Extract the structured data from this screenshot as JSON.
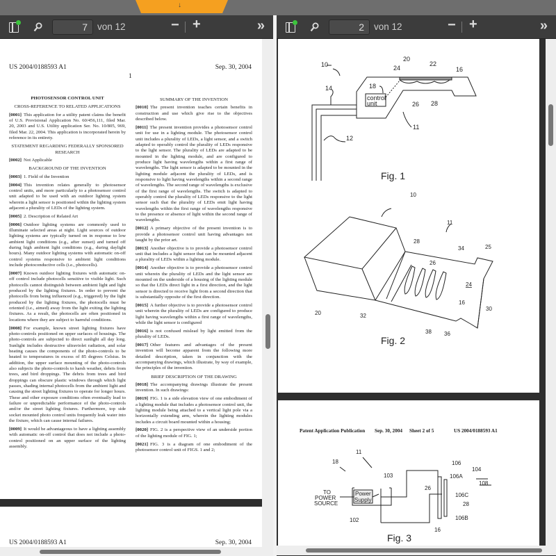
{
  "topbar": {
    "tab_icon": "arrow-down-icon",
    "tab_glyph": "↓",
    "accent": "#f5a020"
  },
  "left_viewer": {
    "page_current": "7",
    "page_total": "von 12",
    "zoom_out": "−",
    "zoom_in": "+",
    "more": "»",
    "page": {
      "header_left": "US 2004/0188593 A1",
      "header_right": "Sep. 30, 2004",
      "page_number": "1",
      "title": "PHOTOSENSOR CONTROL UNIT",
      "col1": [
        {
          "type": "h",
          "text": "CROSS-REFERENCE TO RELATED APPLICATIONS"
        },
        {
          "type": "p",
          "num": "[0001]",
          "text": "This application for a utility patent claims the benefit of U.S. Provisional Application No. 60/456,111, filed Mar. 20, 2003 and U.S. Utility application Ser. No. 10/805, 969, filed Mar. 22, 2004. This application is incorporated herein by reference in its entirety."
        },
        {
          "type": "h",
          "text": "STATEMENT REGARDING FEDERALLY SPONSORED RESEARCH"
        },
        {
          "type": "p",
          "num": "[0002]",
          "text": "Not Applicable"
        },
        {
          "type": "h",
          "text": "BACKGROUND OF THE INVENTION"
        },
        {
          "type": "p",
          "num": "[0003]",
          "text": "1. Field of the Invention"
        },
        {
          "type": "p",
          "num": "[0004]",
          "text": "This invention relates generally to photosensor control units, and more particularly to a photosensor control unit adapted to be used with an outdoor lighting system wherein a light sensor is positioned within the lighting system adjacent a plurality of LEDs of the lighting system."
        },
        {
          "type": "p",
          "num": "[0005]",
          "text": "2. Description of Related Art"
        },
        {
          "type": "p",
          "num": "[0006]",
          "text": "Outdoor lighting systems are commonly used to illuminate selected areas at night. Light sources of outdoor lighting systems are typically turned on in response to low ambient light conditions (e.g., after sunset) and turned off during high ambient light conditions (e.g., during daylight hours). Many outdoor lighting systems with automatic on-off control systems responsive to ambient light conditions include photoconductive cells (i.e., photocells)."
        },
        {
          "type": "p",
          "num": "[0007]",
          "text": "Known outdoor lighting fixtures with automatic on-off control include photocells sensitive to visible light. Such photocells cannot distinguish between ambient light and light produced by the lighting fixtures. In order to prevent the photocells from being influenced (e.g., triggered) by the light produced by the lighting fixtures, the photocells must be oriented (i.e., aimed) away from the light exiting the lighting fixtures. As a result, the photocells are often positioned in locations where they are subject to harmful conditions."
        },
        {
          "type": "p",
          "num": "[0008]",
          "text": "For example, known street lighting fixtures have photo-controls positioned on upper surfaces of housings. The photo-controls are subjected to direct sunlight all day long. Sunlight includes destructive ultraviolet radiation, and solar heating causes the components of the photo-controls to be heated to temperatures in excess of 85 degrees Celsius. In addition, the upper surface mounting of the photo-controls also subjects the photo-controls to harsh weather, debris from trees, and bird droppings. The debris from trees and bird droppings can obscure plastic windows through which light passes, shading internal photocells from the ambient light and causing the street lighting fixtures to operate for longer hours. These and other exposure conditions often eventually lead to failure or unpredictable performance of the photo-controls and/or the street lighting fixtures. Furthermore, top side socket mounted photo control units frequently leak water into the fixture, which can cause internal failures."
        },
        {
          "type": "p",
          "num": "[0009]",
          "text": "It would be advantageous to have a lighting assembly with automatic on-off control that does not include a photo-control positioned on an upper surface of the lighting assembly."
        }
      ],
      "col2": [
        {
          "type": "h",
          "text": "SUMMARY OF THE INVENTION"
        },
        {
          "type": "p",
          "num": "[0010]",
          "text": "The present invention teaches certain benefits in construction and use which give rise to the objectives described below."
        },
        {
          "type": "p",
          "num": "[0011]",
          "text": "The present invention provides a photosensor control unit for use in a lighting module. The photosensor control unit includes a plurality of LEDs, a light sensor, and a switch adapted to operably control the plurality of LEDs responsive to the light sensor. The plurality of LEDs are adapted to be mounted in the lighting module, and are configured to produce light having wavelengths within a first range of wavelengths. The light sensor is adapted to be mounted in the lighting module adjacent the plurality of LEDs, and is responsive to light having wavelengths within a second range of wavelengths. The second range of wavelengths is exclusive of the first range of wavelengths. The switch is adapted to operably control the plurality of LEDs responsive to the light sensor such that the plurality of LEDs emit light having wavelengths within the first range of wavelengths responsive to the presence or absence of light within the second range of wavelengths."
        },
        {
          "type": "p",
          "num": "[0012]",
          "text": "A primary objective of the present invention is to provide a photosensor control unit having advantages not taught by the prior art."
        },
        {
          "type": "p",
          "num": "[0013]",
          "text": "Another objective is to provide a photosensor control unit that includes a light sensor that can be mounted adjacent a plurality of LEDs within a lighting module."
        },
        {
          "type": "p",
          "num": "[0014]",
          "text": "Another objective is to provide a photosensor control unit wherein the plurality of LEDs and the light sensor are mounted on the underside of a housing of the lighting module so that the LEDs direct light in a first direction, and the light sensor is directed to receive light from a second direction that is substantially opposite of the first direction."
        },
        {
          "type": "p",
          "num": "[0015]",
          "text": "A further objective is to provide a photosensor control unit wherein the plurality of LEDs are configured to produce light having wavelengths within a first range of wavelengths, while the light sensor is configured"
        },
        {
          "type": "p",
          "num": "[0016]",
          "text": "is not confused mislead by light emitted from the plurality of LEDs."
        },
        {
          "type": "p",
          "num": "[0017]",
          "text": "Other features and advantages of the present invention will become apparent from the following more detailed description, taken in conjunction with the accompanying drawings, which illustrate, by way of example, the principles of the invention."
        },
        {
          "type": "h",
          "text": "BRIEF DESCRIPTION OF THE DRAWING"
        },
        {
          "type": "p",
          "num": "[0018]",
          "text": "The accompanying drawings illustrate the present invention. In such drawings:"
        },
        {
          "type": "p",
          "num": "[0019]",
          "text": "FIG. 1 is a side elevation view of one embodiment of a lighting module that includes a photosensor control unit, the lighting module being attached to a vertical light pole via a horizontally extending arm, wherein the lighting modules includes a circuit board mounted within a housing;"
        },
        {
          "type": "p",
          "num": "[0020]",
          "text": "FIG. 2 is a perspective view of an underside portion of the lighting module of FIG. 1;"
        },
        {
          "type": "p",
          "num": "[0021]",
          "text": "FIG. 3 is a diagram of one embodiment of the photosensor control unit of FIGS. 1 and 2;"
        }
      ]
    },
    "next_page": {
      "header_left": "US 2004/0188593 A1",
      "header_right": "Sep. 30, 2004"
    }
  },
  "right_viewer": {
    "page_current": "2",
    "page_total": "von 12",
    "zoom_out": "−",
    "zoom_in": "+",
    "more": "»",
    "fig1": {
      "caption": "Fig. 1",
      "control_unit": [
        "control",
        "unit"
      ],
      "labels": {
        "l10": "10",
        "l20": "20",
        "l22": "22",
        "l24": "24",
        "l16": "16",
        "l14": "14",
        "l18": "18",
        "l26": "26",
        "l28": "28",
        "l11": "11",
        "l12": "12"
      }
    },
    "fig2": {
      "caption": "Fig. 2",
      "labels": {
        "l10": "10",
        "l11": "11",
        "l28": "28",
        "l34": "34",
        "l25": "25",
        "l26": "26",
        "l24": "24",
        "l16": "16",
        "l30": "30",
        "l20": "20",
        "l32": "32",
        "l38": "38",
        "l36": "36"
      }
    },
    "sheet_header": {
      "left": "Patent Application Publication",
      "date": "Sep. 30, 2004",
      "sheet": "Sheet 2 of 5",
      "number": "US 2004/0188593 A1"
    },
    "fig3": {
      "caption": "Fig. 3",
      "power_source": [
        "TO",
        "POWER",
        "SOURCE"
      ],
      "power_supply": [
        "Power",
        "Supply"
      ],
      "labels": {
        "l11": "11",
        "l18": "18",
        "l106": "106",
        "l104": "104",
        "l106a": "106A",
        "l108": "108",
        "l103": "103",
        "l26": "26",
        "l106c": "106C",
        "l28": "28",
        "l102": "102",
        "l106b": "106B",
        "l16": "16"
      }
    }
  }
}
